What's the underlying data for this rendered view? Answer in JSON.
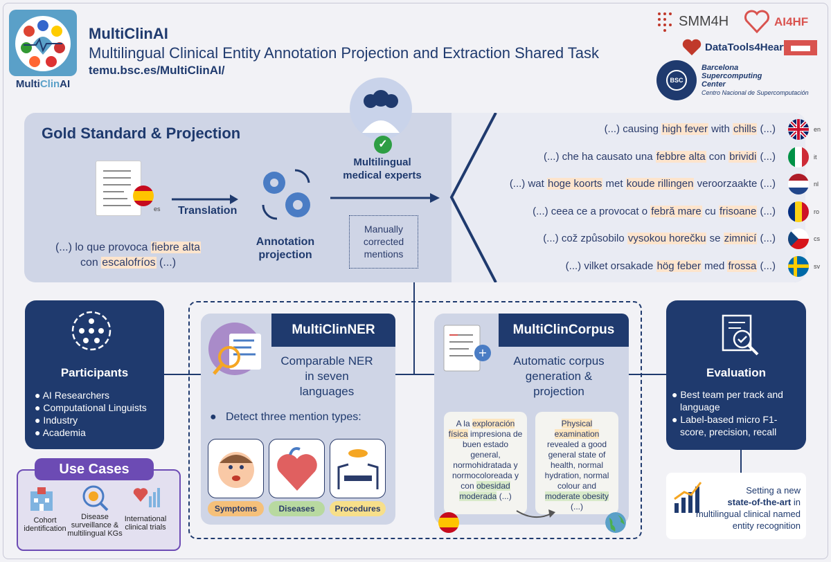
{
  "header": {
    "title": "MultiClinAI",
    "subtitle": "Multilingual Clinical Entity Annotation Projection and Extraction Shared Task",
    "url": "temu.bsc.es/MultiClinAI/"
  },
  "logo": {
    "prefix": "Multi",
    "accent": "Clin",
    "suffix": "AI"
  },
  "sponsors": {
    "smm4h": "SMM4H",
    "ai4hf": "AI4HF",
    "datatools": "DataTools4Heart",
    "bsc_line1": "Barcelona",
    "bsc_line2": "Supercomputing",
    "bsc_line3": "Center",
    "bsc_line4": "Centro Nacional de Supercomputación",
    "bsc_badge": "BSC"
  },
  "gold": {
    "title": "Gold Standard & Projection",
    "es_code": "es",
    "translation": "Translation",
    "annotation_l1": "Annotation",
    "annotation_l2": "projection",
    "experts_l1": "Multilingual",
    "experts_l2": "medical experts",
    "manual_l1": "Manually",
    "manual_l2": "corrected",
    "manual_l3": "mentions",
    "source": {
      "a": "(...) lo que provoca ",
      "b": "fiebre alta",
      "c": "con ",
      "d": "escalofríos",
      "e": " (...)"
    }
  },
  "sentences": [
    {
      "code": "en",
      "parts": [
        "(...) causing ",
        "high fever",
        " with ",
        "chills",
        " (...)"
      ]
    },
    {
      "code": "it",
      "parts": [
        "(...) che ha causato una ",
        "febbre alta",
        " con ",
        "brividi",
        " (...)"
      ]
    },
    {
      "code": "nl",
      "parts": [
        "(...) wat ",
        "hoge koorts",
        " met ",
        "koude rillingen",
        " veroorzaakte (...)"
      ]
    },
    {
      "code": "ro",
      "parts": [
        "(...) ceea ce a provocat o ",
        "febră mare",
        " cu ",
        "frisoane",
        " (...)"
      ]
    },
    {
      "code": "cs",
      "parts": [
        "(...) což způsobilo ",
        "vysokou horečku",
        " se ",
        "zimnicí",
        " (...)"
      ]
    },
    {
      "code": "sv",
      "parts": [
        "(...) vilket orsakade ",
        "hög feber",
        " med ",
        "frossa",
        " (...)"
      ]
    }
  ],
  "participants": {
    "title": "Participants",
    "items": [
      "AI Researchers",
      "Computational Linguists",
      "Industry",
      "Academia"
    ]
  },
  "ner": {
    "title": "MultiClinNER",
    "desc_l1": "Comparable NER",
    "desc_l2": "in seven",
    "desc_l3": "languages",
    "bullet": "Detect three mention types:",
    "types": [
      "Symptoms",
      "Diseases",
      "Procedures"
    ]
  },
  "corpus": {
    "title": "MultiClinCorpus",
    "desc_l1": "Automatic corpus",
    "desc_l2": "generation &",
    "desc_l3": "projection",
    "es_example": {
      "a": "A la ",
      "b": "exploración física",
      "c": " impresiona de buen estado general, normohidratada y normocoloreada y con ",
      "d": "obesidad moderada",
      "e": " (...)"
    },
    "en_example": {
      "a": "Physical examination",
      "b": " revealed a good general state of health, normal hydration, normal colour and ",
      "c": "moderate obesity",
      "d": " (...)"
    }
  },
  "evaluation": {
    "title": "Evaluation",
    "items": [
      "Best team per track and language",
      "Label-based micro F1-score, precision, recall"
    ],
    "sota": {
      "a": "Setting a new",
      "b": "state-of-the-art",
      "c": " in multilingual clinical named entity recognition"
    }
  },
  "use_cases": {
    "title": "Use Cases",
    "items": [
      "Cohort identification",
      "Disease surveillance & multilingual KGs",
      "International clinical trials"
    ]
  },
  "colors": {
    "navy": "#1f3a6e",
    "panel": "#cfd5e6",
    "symptoms": "#f5c07a",
    "diseases": "#b8d9a0",
    "procedures": "#f7df8a",
    "usecase": "#6c4bb4"
  }
}
